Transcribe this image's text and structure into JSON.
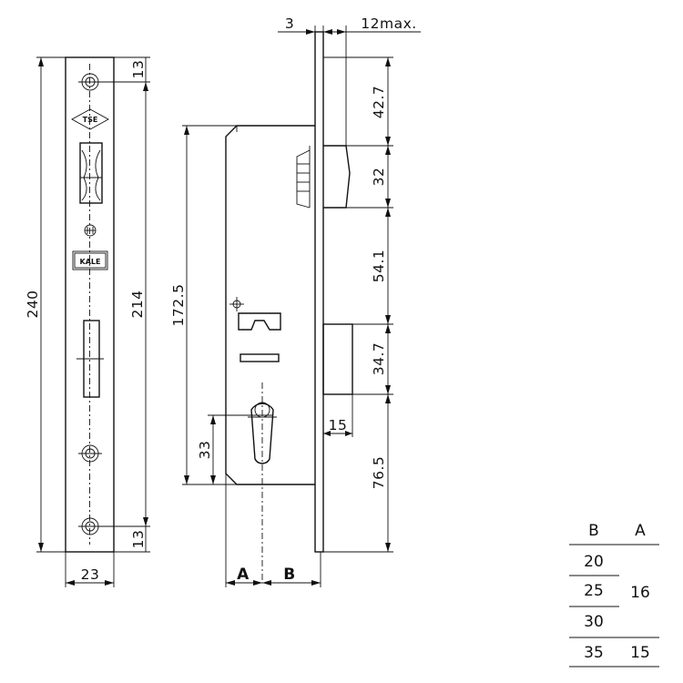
{
  "logos": {
    "tse": "TSE",
    "kale": "KALE"
  },
  "dimensions": {
    "top_gap": "3",
    "max_width": "12max.",
    "hole_top": "13",
    "hole_bottom": "13",
    "total_height": "240",
    "hole_spacing": "214",
    "faceplate_width": "23",
    "body_height": "172.5",
    "cyl_height": "33",
    "latch_offset": "42.7",
    "latch_height": "32",
    "latch_to_bolt": "54.1",
    "bolt_height": "34.7",
    "bolt_throw": "15",
    "bottom_offset": "76.5",
    "backset_a": "A",
    "backset_b": "B"
  },
  "table": {
    "headers": [
      "B",
      "A"
    ],
    "b_values": [
      "20",
      "25",
      "30",
      "35"
    ],
    "a_values": [
      "16",
      "15"
    ]
  }
}
